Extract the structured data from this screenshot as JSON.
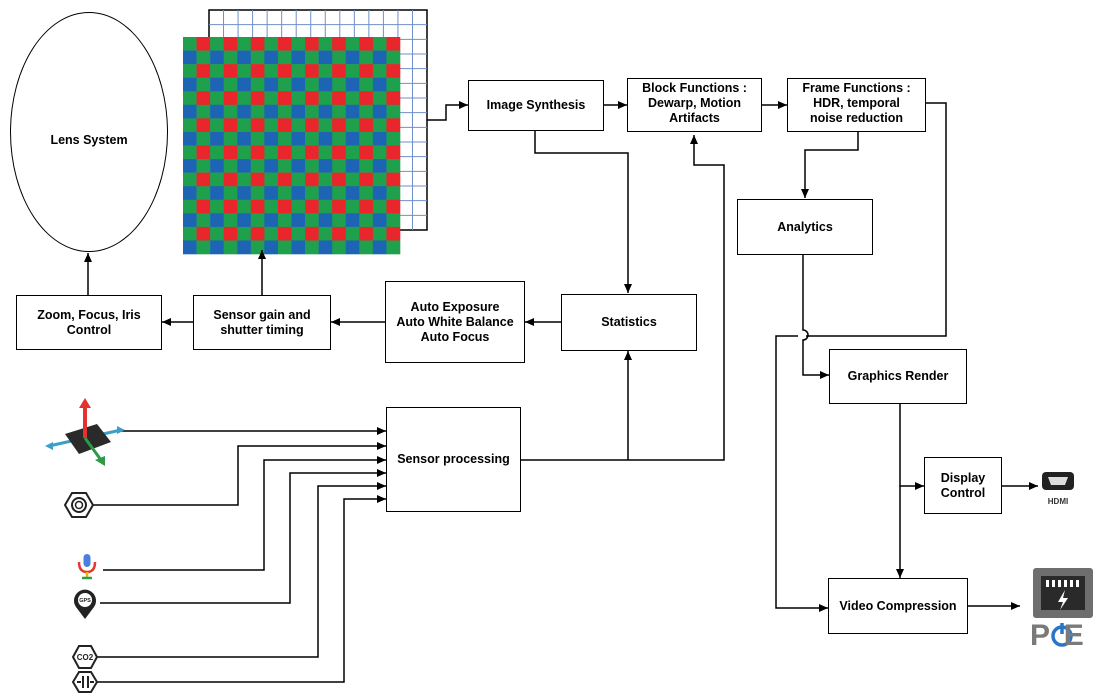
{
  "diagram": {
    "nodes": {
      "lens_system": "Lens System",
      "image_synthesis": "Image Synthesis",
      "block_functions": "Block Functions :\nDewarp, Motion\nArtifacts",
      "frame_functions": "Frame Functions :\nHDR, temporal\nnoise reduction",
      "analytics": "Analytics",
      "statistics": "Statistics",
      "auto_functions": "Auto Exposure\nAuto White Balance\nAuto Focus",
      "sensor_gain": "Sensor gain and\nshutter timing",
      "zoom_focus": "Zoom, Focus, Iris\nControl",
      "sensor_processing": "Sensor processing",
      "graphics_render": "Graphics Render",
      "display_control": "Display\nControl",
      "video_compression": "Video Compression"
    },
    "icons": {
      "imu": "imu-chip-icon",
      "light": "light-sensor-icon",
      "microphone": "microphone-icon",
      "gps": "gps-pin-icon",
      "co2": "co2-sensor-icon",
      "temperature": "temperature-sensor-icon",
      "hdmi": "hdmi-port-icon",
      "poe": "ethernet-port-icon"
    },
    "labels": {
      "hdmi": "HDMI",
      "poe": "P E",
      "gps": "GPS",
      "co2": "CO2"
    },
    "colors": {
      "bayer_red": "#e8262b",
      "bayer_green": "#1ea04c",
      "bayer_blue": "#1d64b4",
      "grid_blue": "#6f8fc8"
    }
  }
}
